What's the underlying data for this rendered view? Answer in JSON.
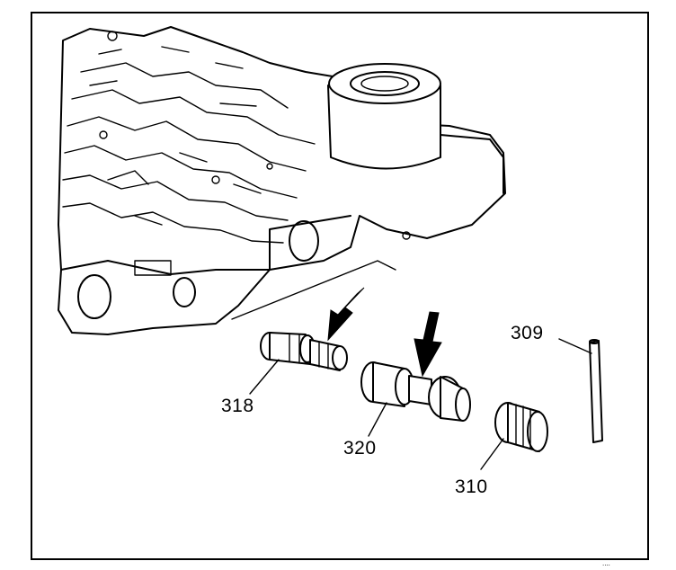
{
  "figure": {
    "callouts": [
      {
        "id": "309",
        "text": "309"
      },
      {
        "id": "318",
        "text": "318"
      },
      {
        "id": "320",
        "text": "320"
      },
      {
        "id": "310",
        "text": "310"
      }
    ],
    "arrows": [
      "arrow-to-318",
      "arrow-to-320"
    ],
    "corner_code": "...."
  }
}
